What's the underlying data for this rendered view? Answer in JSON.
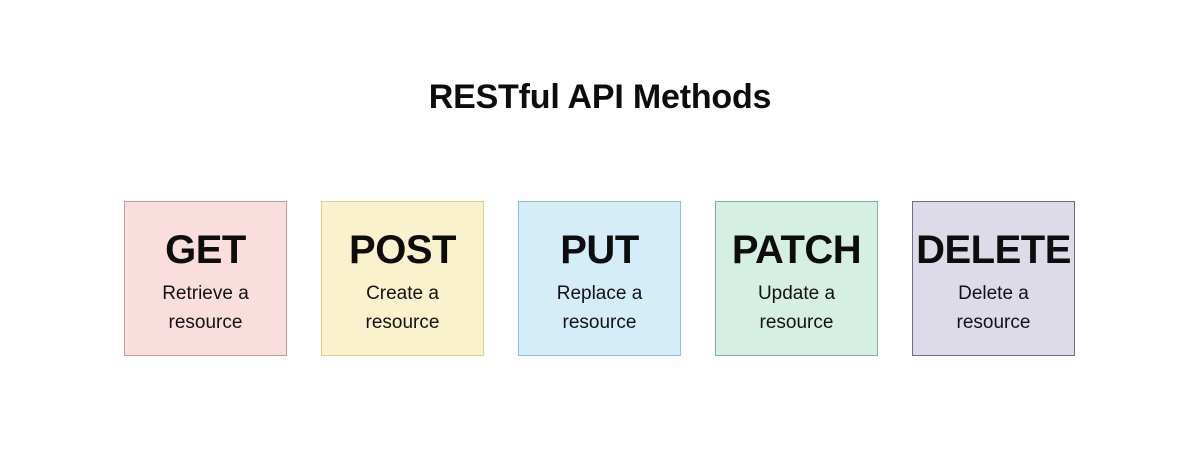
{
  "header": {
    "title": "RESTful API Methods"
  },
  "background_color": "#ffffff",
  "cards": [
    {
      "name": "GET",
      "description": "Retrieve a resource",
      "fill_color": "#f9dedd",
      "border_color": "#c89a9a"
    },
    {
      "name": "POST",
      "description": "Create a resource",
      "fill_color": "#faf2cd",
      "border_color": "#dcd08c"
    },
    {
      "name": "PUT",
      "description": "Replace a resource",
      "fill_color": "#d4edf8",
      "border_color": "#8fc1d6"
    },
    {
      "name": "PATCH",
      "description": "Update a resource",
      "fill_color": "#d5f0e3",
      "border_color": "#79b69d"
    },
    {
      "name": "DELETE",
      "description": "Delete a resource",
      "fill_color": "#dedbe9",
      "border_color": "#6d6c8c"
    }
  ]
}
